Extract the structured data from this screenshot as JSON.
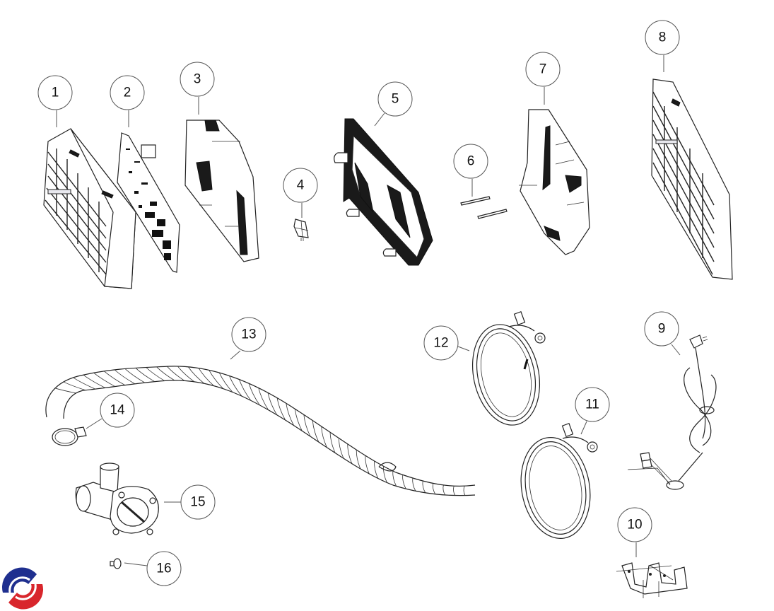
{
  "diagram": {
    "type": "exploded parts diagram",
    "callouts": [
      {
        "number": "1",
        "part": "control box front grille housing"
      },
      {
        "number": "2",
        "part": "printed circuit board"
      },
      {
        "number": "3",
        "part": "control box frame"
      },
      {
        "number": "4",
        "part": "small connector clip"
      },
      {
        "number": "5",
        "part": "control panel tray"
      },
      {
        "number": "6",
        "part": "pair of rods"
      },
      {
        "number": "7",
        "part": "control module bracket assembly"
      },
      {
        "number": "8",
        "part": "rear grille housing"
      },
      {
        "number": "9",
        "part": "power cord with plug and terminals"
      },
      {
        "number": "10",
        "part": "terminal block"
      },
      {
        "number": "11",
        "part": "inlet hose"
      },
      {
        "number": "12",
        "part": "inlet hose"
      },
      {
        "number": "13",
        "part": "corrugated drain hose"
      },
      {
        "number": "14",
        "part": "hose clamp"
      },
      {
        "number": "15",
        "part": "drain pump housing"
      },
      {
        "number": "16",
        "part": "screw plug"
      }
    ]
  },
  "logo": {
    "name": "brand-logo",
    "colors": {
      "blue": "#1f2f8f",
      "red": "#d8262c"
    }
  }
}
